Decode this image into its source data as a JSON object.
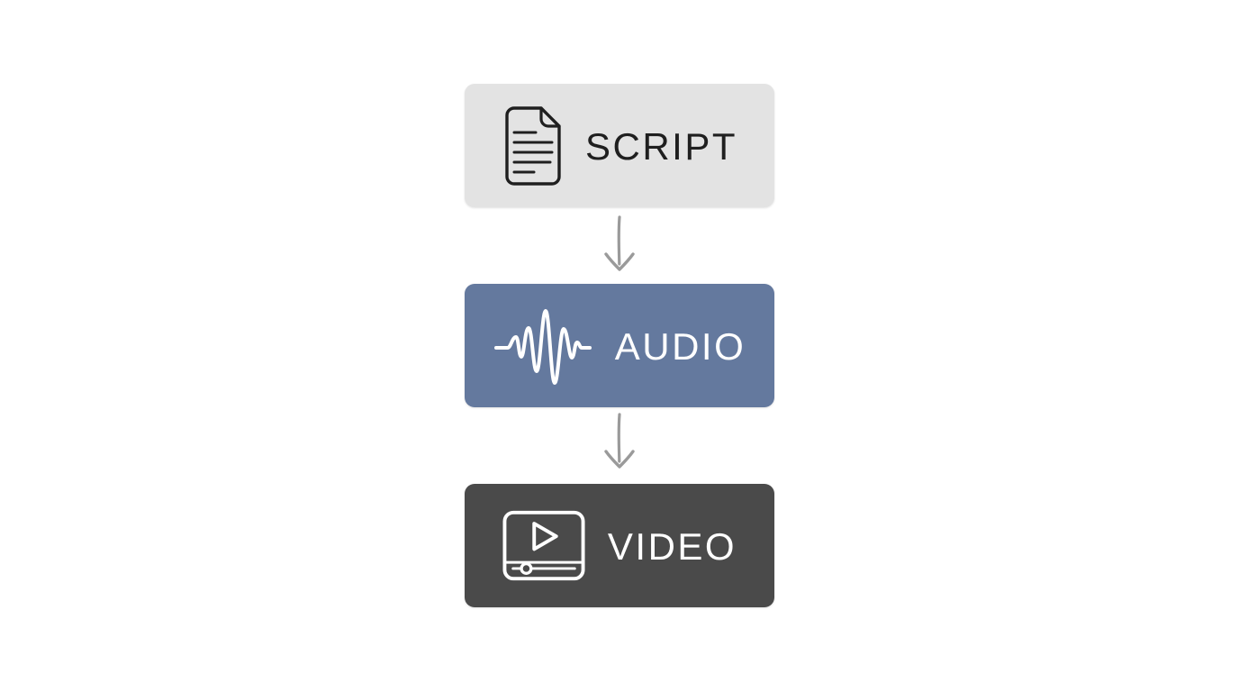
{
  "diagram": {
    "background": "#ffffff",
    "arrow_color": "#9a9a9a",
    "nodes": [
      {
        "id": "script",
        "label": "SCRIPT",
        "icon": "document-icon",
        "bg": "#e3e3e3",
        "fg": "#1f1f1f"
      },
      {
        "id": "audio",
        "label": "AUDIO",
        "icon": "waveform-icon",
        "bg": "#64799e",
        "fg": "#ffffff"
      },
      {
        "id": "video",
        "label": "VIDEO",
        "icon": "video-player-icon",
        "bg": "#4a4a4a",
        "fg": "#ffffff"
      }
    ],
    "connectors": [
      {
        "from": "SCRIPT",
        "to": "AUDIO",
        "type": "arrow-down"
      },
      {
        "from": "AUDIO",
        "to": "VIDEO",
        "type": "arrow-down"
      }
    ]
  }
}
